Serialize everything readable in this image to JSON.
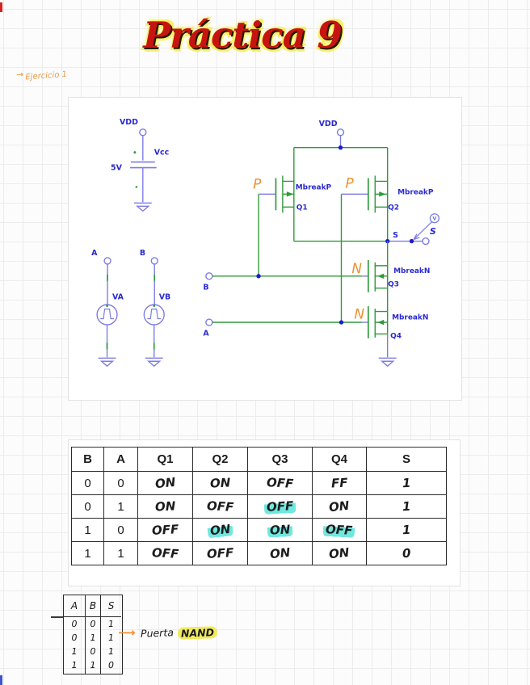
{
  "title": "Práctica 9",
  "margin_note": {
    "arrow": "→",
    "text": "Ejercicio 1"
  },
  "schematic": {
    "power": {
      "vdd_left": "VDD",
      "vcc": "Vcc",
      "v5": "5V"
    },
    "sources": {
      "a": "A",
      "va": "VA",
      "b": "B",
      "vb": "VB"
    },
    "inputs": {
      "b": "B",
      "a": "A"
    },
    "vdd_right": "VDD",
    "transistors": {
      "q1": {
        "model": "MbreakP",
        "ref": "Q1",
        "note": "P"
      },
      "q2": {
        "model": "MbreakP",
        "ref": "Q2",
        "note": "P"
      },
      "q3": {
        "model": "MbreakN",
        "ref": "Q3",
        "note": "N"
      },
      "q4": {
        "model": "MbreakN",
        "ref": "Q4",
        "note": "N"
      }
    },
    "output": {
      "net": "S",
      "probe_v": "V",
      "probe_label": "S"
    },
    "colors": {
      "wire_green": "#2f9b3a",
      "symbol_purple": "#7d7de2",
      "label_blue": "#2a2ad0",
      "annotation_orange": "#ee9133"
    }
  },
  "truth_table": {
    "headers": [
      "B",
      "A",
      "Q1",
      "Q2",
      "Q3",
      "Q4",
      "S"
    ],
    "rows": [
      {
        "b": "0",
        "a": "0",
        "q1": "ON",
        "q2": "ON",
        "q3": "OFF",
        "q4": "FF",
        "s": "1"
      },
      {
        "b": "0",
        "a": "1",
        "q1": "ON",
        "q2": "OFF",
        "q3": "OFF",
        "q4": "ON",
        "s": "1"
      },
      {
        "b": "1",
        "a": "0",
        "q1": "OFF",
        "q2": "ON",
        "q3": "ON",
        "q4": "OFF",
        "s": "1"
      },
      {
        "b": "1",
        "a": "1",
        "q1": "OFF",
        "q2": "OFF",
        "q3": "ON",
        "q4": "ON",
        "s": "0"
      }
    ],
    "highlighted_cells": [
      "row1.q3",
      "row2.q2",
      "row2.q3",
      "row2.q4"
    ],
    "highlight_color": "#6fe8df"
  },
  "mini_table": {
    "headers": [
      "A",
      "B",
      "S"
    ],
    "rows": [
      [
        "0",
        "0",
        "1"
      ],
      [
        "0",
        "1",
        "1"
      ],
      [
        "1",
        "0",
        "1"
      ],
      [
        "1",
        "1",
        "0"
      ]
    ]
  },
  "conclusion": {
    "arrow": "⟶",
    "label": "Puerta",
    "gate": "NAND",
    "highlight_color": "#f2ea5e"
  }
}
